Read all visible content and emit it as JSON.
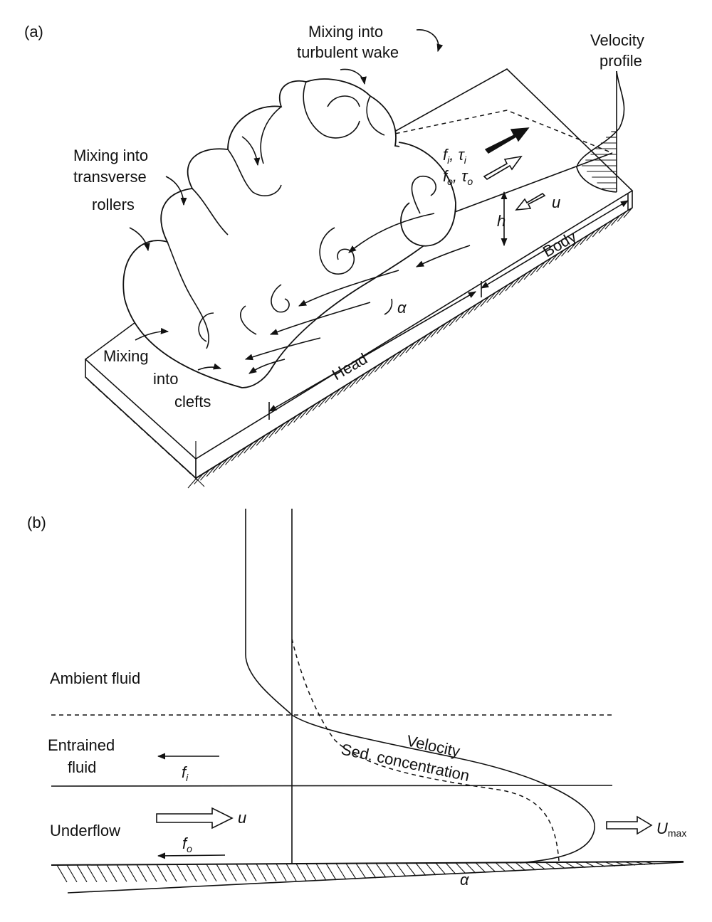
{
  "panel_a": {
    "tag": "(a)",
    "mix_wake": [
      "Mixing into",
      "turbulent wake"
    ],
    "vel_profile": [
      "Velocity",
      "profile"
    ],
    "mix_rollers": [
      "Mixing into",
      "transverse",
      "rollers"
    ],
    "mix_clefts": [
      "Mixing",
      "into",
      "clefts"
    ],
    "fi_label": "f",
    "fi_sub": "i",
    "taui_label": "τ",
    "taui_sub": "i",
    "fo_label": "f",
    "fo_sub": "o",
    "tauo_label": "τ",
    "tauo_sub": "o",
    "comma": ",",
    "u_label": "u",
    "h_label": "h",
    "alpha_label": "α",
    "body_label": "Body",
    "head_label": "Head"
  },
  "panel_b": {
    "tag": "(b)",
    "ambient": "Ambient fluid",
    "entrained": [
      "Entrained",
      "fluid"
    ],
    "underflow": "Underflow",
    "fi_label": "f",
    "fi_sub": "i",
    "fo_label": "f",
    "fo_sub": "o",
    "u_label": "u",
    "velocity": "Velocity",
    "sed_conc": "Sed. concentration",
    "umax_label": "U",
    "umax_sub": "max",
    "alpha_label": "α"
  }
}
